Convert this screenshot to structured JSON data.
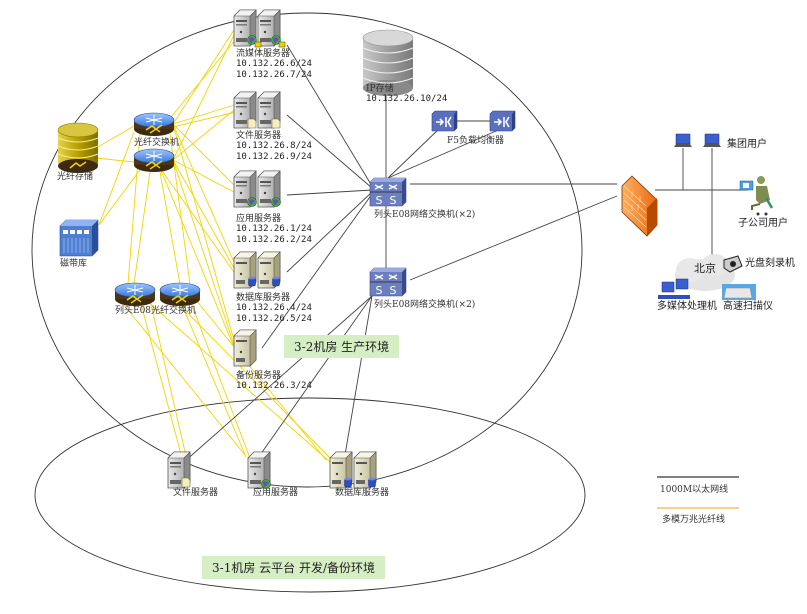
{
  "colors": {
    "ethernet_line": "#444444",
    "fiber_line": "#f2d400",
    "zone_label_bg": "#d5eec3",
    "switch_blue": "#6b7fc0",
    "firewall_orange": "#f07820",
    "fiber_storage_gold": "#b8a000",
    "ip_storage_gray": "#9a9a9a"
  },
  "zones": {
    "production": {
      "label": "3-2机房 生产环境"
    },
    "cloud": {
      "label": "3-1机房 云平台 开发/备份环境"
    }
  },
  "nodes": {
    "stream_server": {
      "name": "流媒体服务器",
      "ips": [
        "10.132.26.6/24",
        "10.132.26.7/24"
      ],
      "icon": "server-globe-icon"
    },
    "file_server": {
      "name": "文件服务器",
      "ips": [
        "10.132.26.8/24",
        "10.132.26.9/24"
      ],
      "icon": "server-file-icon"
    },
    "app_server": {
      "name": "应用服务器",
      "ips": [
        "10.132.26.1/24",
        "10.132.26.2/24"
      ],
      "icon": "server-globe-icon"
    },
    "db_server": {
      "name": "数据库服务器",
      "ips": [
        "10.132.26.4/24",
        "10.132.26.5/24"
      ],
      "icon": "server-database-icon"
    },
    "backup_server": {
      "name": "备份服务器",
      "ips": [
        "10.132.26.3/24"
      ],
      "icon": "server-icon"
    },
    "ip_storage": {
      "name": "IP存储",
      "ips": [
        "10.132.26.10/24"
      ],
      "icon": "storage-cylinder-icon"
    },
    "f5": {
      "name": "F5负载均衡器",
      "icon": "load-balancer-icon"
    },
    "core_switch_1": {
      "name": "列头E08网络交换机(×2)",
      "icon": "network-switch-icon"
    },
    "core_switch_2": {
      "name": "列头E08网络交换机(×2)",
      "icon": "network-switch-icon"
    },
    "fiber_switch": {
      "name": "光纤交换机",
      "icon": "fiber-switch-icon"
    },
    "fiber_storage": {
      "name": "光纤存储",
      "icon": "storage-cylinder-icon"
    },
    "tape_library": {
      "name": "磁带库",
      "icon": "tape-library-icon"
    },
    "e08_fiber_switch": {
      "name": "列头E08光纤交换机",
      "icon": "fiber-switch-icon"
    },
    "firewall": {
      "name": "",
      "icon": "firewall-icon"
    },
    "group_users": {
      "name": "集团用户",
      "icon": "laptop-icon"
    },
    "branch_users": {
      "name": "子公司用户",
      "icon": "user-workstation-icon"
    },
    "beijing": {
      "name": "北京",
      "icon": "cloud-icon"
    },
    "disc_burner": {
      "name": "光盘刻录机",
      "icon": "disc-burner-icon"
    },
    "multimedia_pc": {
      "name": "多媒体处理机",
      "icon": "computer-icon"
    },
    "scanner": {
      "name": "高速扫描仪",
      "icon": "scanner-icon"
    },
    "cloud_file_server": {
      "name": "文件服务器",
      "icon": "server-file-icon"
    },
    "cloud_app_server": {
      "name": "应用服务器",
      "icon": "server-globe-icon"
    },
    "cloud_db_server": {
      "name": "数据库服务器",
      "icon": "server-database-icon"
    }
  },
  "legend": {
    "ethernet": "1000M以太网线",
    "fiber": "多模万兆光纤线"
  }
}
